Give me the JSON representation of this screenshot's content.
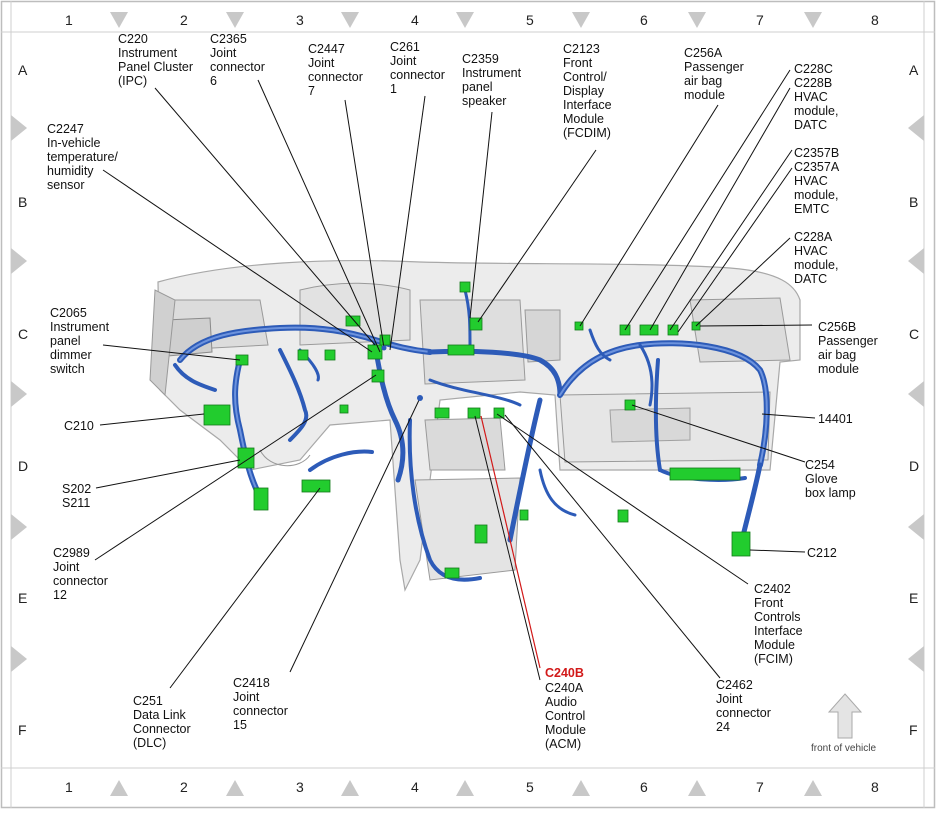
{
  "grid": {
    "columns": [
      "1",
      "2",
      "3",
      "4",
      "5",
      "6",
      "7",
      "8"
    ],
    "rows": [
      "A",
      "B",
      "C",
      "D",
      "E",
      "F"
    ]
  },
  "labels": [
    {
      "id": "c220",
      "text": "C220\nInstrument\nPanel Cluster\n(IPC)"
    },
    {
      "id": "c2365",
      "text": "C2365\nJoint\nconnector\n6"
    },
    {
      "id": "c2447",
      "text": "C2447\nJoint\nconnector\n7"
    },
    {
      "id": "c261",
      "text": "C261\nJoint\nconnector\n1"
    },
    {
      "id": "c2359",
      "text": "C2359\nInstrument\npanel\nspeaker"
    },
    {
      "id": "c2123",
      "text": "C2123\nFront\nControl/\nDisplay\nInterface\nModule\n(FCDIM)"
    },
    {
      "id": "c256a",
      "text": "C256A\nPassenger\nair bag\nmodule"
    },
    {
      "id": "c228c",
      "text": "C228C\nC228B\nHVAC\nmodule,\nDATC"
    },
    {
      "id": "c2357b",
      "text": "C2357B\nC2357A\nHVAC\nmodule,\nEMTC"
    },
    {
      "id": "c228a",
      "text": "C228A\nHVAC\nmodule,\nDATC"
    },
    {
      "id": "c256b",
      "text": "C256B\nPassenger\nair bag\nmodule"
    },
    {
      "id": "c2247",
      "text": "C2247\nIn-vehicle\ntemperature/\nhumidity\nsensor"
    },
    {
      "id": "c2065",
      "text": "C2065\nInstrument\npanel\ndimmer\nswitch"
    },
    {
      "id": "c210",
      "text": "C210"
    },
    {
      "id": "s202",
      "text": "S202\nS211"
    },
    {
      "id": "c2989",
      "text": "C2989\nJoint\nconnector\n12"
    },
    {
      "id": "c251",
      "text": "C251\nData Link\nConnector\n(DLC)"
    },
    {
      "id": "c2418",
      "text": "C2418\nJoint\nconnector\n15"
    },
    {
      "id": "c240b",
      "text": "C240B"
    },
    {
      "id": "c240a",
      "text": "C240A\nAudio\nControl\nModule\n(ACM)"
    },
    {
      "id": "c2462",
      "text": "C2462\nJoint\nconnector\n24"
    },
    {
      "id": "c2402",
      "text": "C2402\nFront\nControls\nInterface\nModule\n(FCIM)"
    },
    {
      "id": "c212",
      "text": "C212"
    },
    {
      "id": "c254",
      "text": "C254\nGlove\nbox lamp"
    },
    {
      "id": "p14401",
      "text": "14401"
    }
  ],
  "front_of_vehicle": "front of vehicle",
  "colors": {
    "harness": "#2d5bb8",
    "harness_light": "#6d93dd",
    "connector": "#22cc2e",
    "red_leader": "#d21919",
    "border": "#bdbdbd"
  }
}
